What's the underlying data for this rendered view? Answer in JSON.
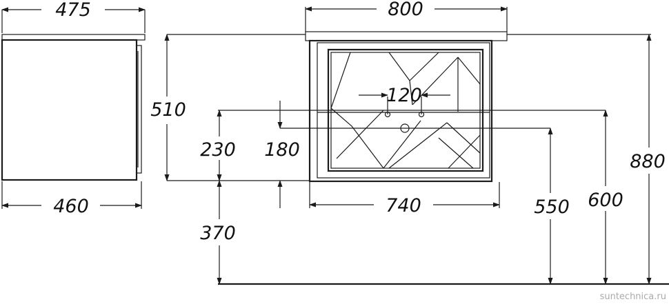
{
  "dimensions": {
    "side_top_width": "475",
    "side_bottom_width": "460",
    "front_top_width": "800",
    "front_bottom_width": "740",
    "cabinet_height": "510",
    "top_to_drain": "230",
    "bottom_to_floor": "370",
    "tap_spacing": "120",
    "drain_height": "180",
    "drain_from_floor": "550",
    "top_from_floor": "600",
    "total_height": "880"
  },
  "watermark": "suntechnica.ru"
}
